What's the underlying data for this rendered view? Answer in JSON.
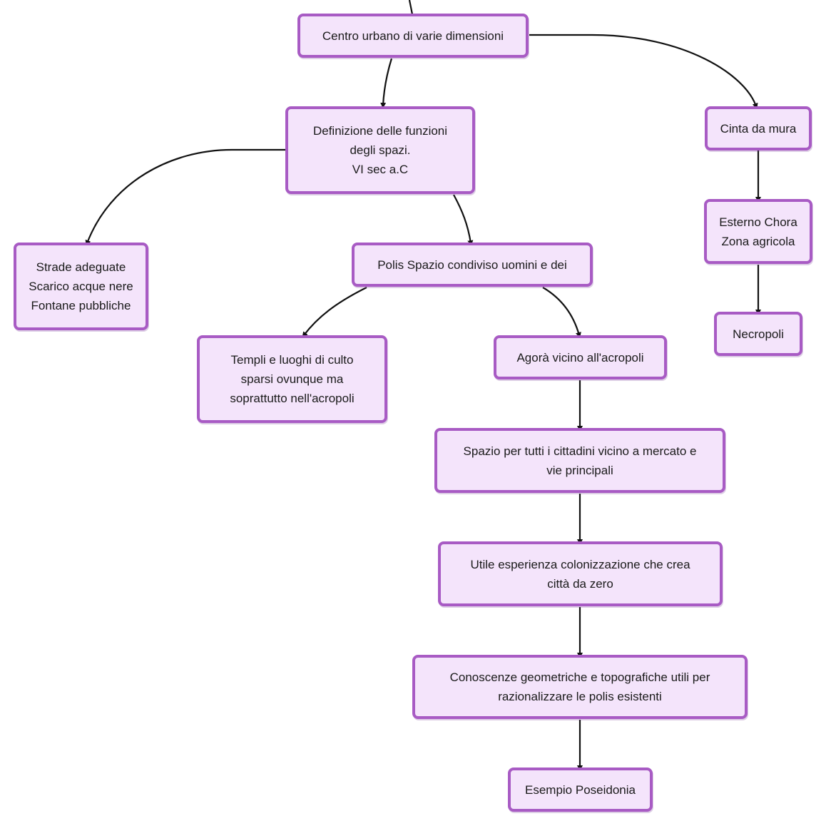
{
  "diagram": {
    "nodes": {
      "centro": "Centro urbano di varie dimensioni",
      "definizione": "Definizione delle funzioni\ndegli spazi.\nVI sec a.C",
      "cinta": "Cinta da mura",
      "strade": "Strade adeguate\nScarico acque nere\nFontane pubbliche",
      "polis": "Polis Spazio condiviso uomini e dei",
      "esterno": "Esterno Chora\nZona agricola",
      "necropoli": "Necropoli",
      "templi": "Templi e luoghi di culto\nsparsi ovunque ma\nsoprattutto nell'acropoli",
      "agora": "Agorà vicino all'acropoli",
      "spazio": "Spazio per tutti i cittadini vicino a mercato e\nvie principali",
      "utile": "Utile esperienza colonizzazione che crea\ncittà da zero",
      "conoscenze": "Conoscenze geometriche e topografiche utili per\nrazionalizzare le polis esistenti",
      "esempio": "Esempio Poseidonia"
    },
    "edges": [
      [
        "centro",
        "definizione"
      ],
      [
        "centro",
        "cinta"
      ],
      [
        "definizione",
        "strade"
      ],
      [
        "definizione",
        "polis"
      ],
      [
        "cinta",
        "esterno"
      ],
      [
        "esterno",
        "necropoli"
      ],
      [
        "polis",
        "templi"
      ],
      [
        "polis",
        "agora"
      ],
      [
        "agora",
        "spazio"
      ],
      [
        "spazio",
        "utile"
      ],
      [
        "utile",
        "conoscenze"
      ],
      [
        "conoscenze",
        "esempio"
      ]
    ],
    "colors": {
      "node_fill": "#f4e4fb",
      "node_border": "#a85bc4",
      "edge": "#111111"
    }
  }
}
